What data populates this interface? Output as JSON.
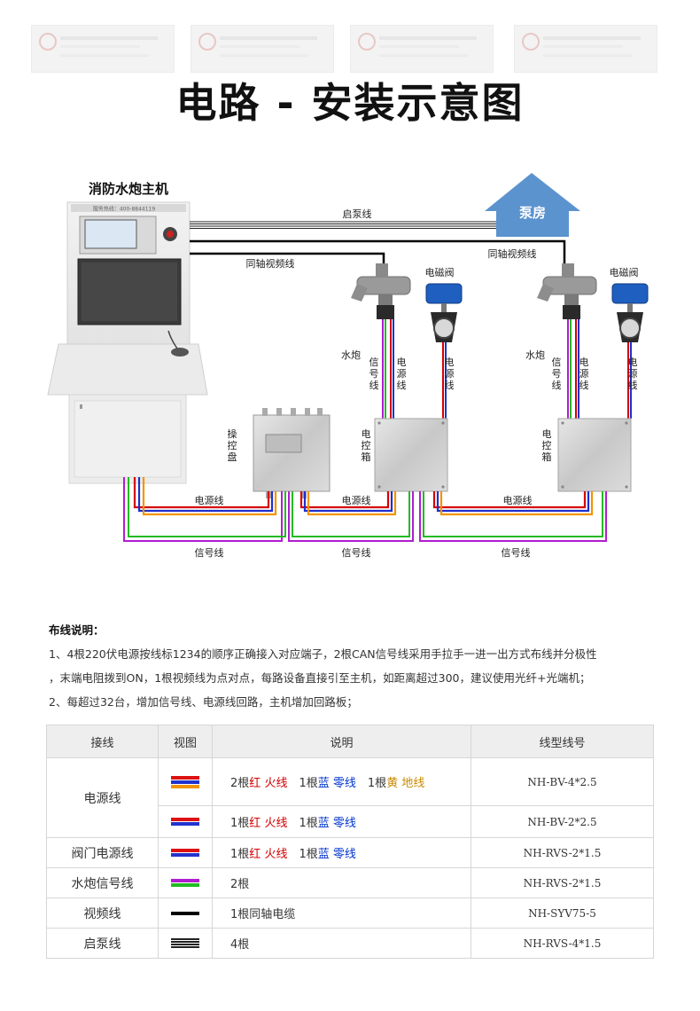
{
  "title": "电路 - 安装示意图",
  "diagram": {
    "host_label": "消防水炮主机",
    "host_screen_text": "服务热线：400-8844119",
    "pump_house_label": "泵房",
    "start_pump_line_label": "启泵线",
    "coax_label_left": "同轴视频线",
    "coax_label_right": "同轴视频线",
    "valve_label": "电磁阀",
    "cannon_label": "水炮",
    "signal_line_vertical": "信号线",
    "power_line_vertical": "电源线",
    "control_panel_label": "操控盘",
    "control_box_label": "电控箱",
    "power_line_label": "电源线",
    "signal_line_label": "信号线"
  },
  "notes": {
    "heading": "布线说明：",
    "lines": [
      "1、4根220伏电源按线标1234的顺序正确接入对应端子，2根CAN信号线采用手拉手一进一出方式布线并分极性",
      "，末端电阻拨到ON，1根视频线为点对点，每路设备直接引至主机，如距离超过300，建议使用光纤+光端机；",
      "2、每超过32台，增加信号线、电源线回路，主机增加回路板；"
    ]
  },
  "table": {
    "headers": [
      "接线",
      "视图",
      "说明",
      "线型线号"
    ],
    "power_group_label": "电源线",
    "rows": [
      {
        "swatch": [
          "#dd1111",
          "#2233cc",
          "#f29400"
        ],
        "desc": [
          {
            "t": "2根"
          },
          {
            "t": "红",
            "c": "red"
          },
          {
            "t": "火线",
            "c": "red"
          },
          {
            "t": "1根"
          },
          {
            "t": "蓝",
            "c": "blue"
          },
          {
            "t": "零线",
            "c": "blue"
          },
          {
            "t": "1根"
          },
          {
            "t": "黄",
            "c": "yellow"
          },
          {
            "t": "地线",
            "c": "yellow"
          }
        ],
        "model": "NH-BV-4*2.5"
      },
      {
        "swatch": [
          "#dd1111",
          "#2233cc"
        ],
        "desc": [
          {
            "t": "1根"
          },
          {
            "t": "红",
            "c": "red"
          },
          {
            "t": "火线",
            "c": "red"
          },
          {
            "t": "1根"
          },
          {
            "t": "蓝",
            "c": "blue"
          },
          {
            "t": "零线",
            "c": "blue"
          }
        ],
        "model": "NH-BV-2*2.5"
      },
      {
        "type": "阀门电源线",
        "swatch": [
          "#dd1111",
          "#2233cc"
        ],
        "desc": [
          {
            "t": "1根"
          },
          {
            "t": "红",
            "c": "red"
          },
          {
            "t": "火线",
            "c": "red"
          },
          {
            "t": "1根"
          },
          {
            "t": "蓝",
            "c": "blue"
          },
          {
            "t": "零线",
            "c": "blue"
          }
        ],
        "model": "NH-RVS-2*1.5"
      },
      {
        "type": "水炮信号线",
        "swatch": [
          "#b01dd0",
          "#22bb22"
        ],
        "desc": [
          {
            "t": "2根"
          }
        ],
        "model": "NH-RVS-2*1.5"
      },
      {
        "type": "视频线",
        "swatch": [
          "#000000"
        ],
        "desc": [
          {
            "t": "1根同轴电缆"
          }
        ],
        "model": "NH-SYV75-5"
      },
      {
        "type": "启泵线",
        "swatch": [
          "#222222",
          "#222222",
          "#222222",
          "#222222"
        ],
        "desc": [
          {
            "t": "4根"
          }
        ],
        "model": "NH-RVS-4*1.5"
      }
    ]
  },
  "colors": {
    "red": "#d40000",
    "blue": "#1f2fcc",
    "orange": "#f29400",
    "purple": "#b01dd0",
    "green": "#22bb22",
    "pump_blue": "#5b93cf"
  }
}
